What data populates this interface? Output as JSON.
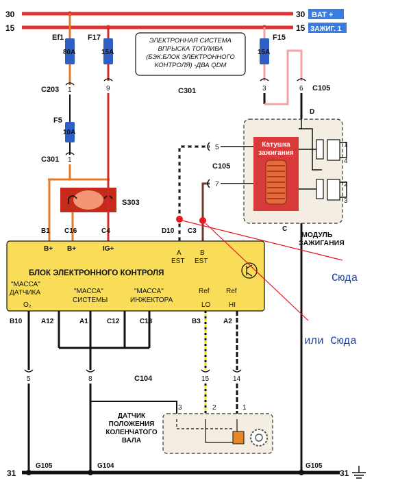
{
  "colors": {
    "bus_red": "#e03030",
    "wire_red": "#cc2a2a",
    "wire_orange": "#e0792a",
    "wire_pink": "#f0a4a4",
    "wire_brown": "#6b3a2a",
    "wire_yellow": "#f4e21a",
    "ecu_fill": "#f9dd58",
    "fuse_blue": "#2f5fc4",
    "coil_red": "#d83a3a",
    "annotation": "#1a3fa8",
    "bus_label_bg": "#3a7de0"
  },
  "bus": {
    "left_30": "30",
    "right_30": "30",
    "bat_label": "BAT +",
    "left_15": "15",
    "right_15": "15",
    "ign_label": "ЗАЖИГ. 1",
    "left_31": "31",
    "right_31": "31"
  },
  "fuses": [
    {
      "name": "Ef1",
      "rating": "80A"
    },
    {
      "name": "F17",
      "rating": "15A"
    },
    {
      "name": "F15",
      "rating": "15A"
    },
    {
      "name": "F5",
      "rating": "10A"
    }
  ],
  "title_box": {
    "lines": [
      "ЭЛЕКТРОННАЯ СИСТЕМА",
      "ВПРЫСКА ТОПЛИВА",
      "(БЭК:БЛОК ЭЛЕКТРОННОГО",
      "КОНТРОЛЯ) -ДВА QDM"
    ]
  },
  "connectors": {
    "c203": "C203",
    "c203_pin": "1",
    "c301_top": "C301",
    "c301_pin_9": "9",
    "c301_pin_3": "3",
    "c105_top_pin": "6",
    "c105_top": "C105",
    "c301_mid": "C301",
    "c301_mid_pin": "1",
    "c105_mid": "C105",
    "c105_pin_5": "5",
    "c105_pin_7": "7",
    "c104": "C104",
    "c104_pins": [
      "5",
      "8",
      "15",
      "14"
    ],
    "s303": "S303"
  },
  "ignition_module": {
    "title_1": "МОДУЛЬ",
    "title_2": "ЗАЖИГАНИЯ",
    "coil_1": "Катушка",
    "coil_2": "зажигания",
    "pin_d": "D",
    "pin_c": "C",
    "plugs": [
      "1",
      "4",
      "2",
      "3"
    ]
  },
  "ecu": {
    "title": "БЛОК ЭЛЕКТРОННОГО КОНТРОЛЯ",
    "top_pins": [
      {
        "pin": "B1",
        "sig": "B+"
      },
      {
        "pin": "C16",
        "sig": "B+"
      },
      {
        "pin": "C4",
        "sig": "IG+"
      },
      {
        "pin": "D10",
        "sig_1": "A",
        "sig_2": "EST"
      },
      {
        "pin": "C3",
        "sig_1": "B",
        "sig_2": "EST"
      }
    ],
    "ground_1": "\"МАССА\"",
    "ground_1b": "ДАТЧИКА",
    "ground_1c": "O₂",
    "ground_2": "\"МАССА\"",
    "ground_2b": "СИСТЕМЫ",
    "ground_3": "\"МАССА\"",
    "ground_3b": "ИНЖЕКТОРА",
    "ref_lo_1": "Ref",
    "ref_lo_2": "LO",
    "ref_hi_1": "Ref",
    "ref_hi_2": "HI",
    "bottom_pins": [
      "B10",
      "A12",
      "A1",
      "C12",
      "C13",
      "B3",
      "A2"
    ]
  },
  "sensor": {
    "lines": [
      "ДАТЧИК",
      "ПОЛОЖЕНИЯ",
      "КОЛЕНЧАТОГО",
      "ВАЛА"
    ],
    "pins": [
      "3",
      "2",
      "1"
    ]
  },
  "grounds": [
    "G105",
    "G104",
    "G105"
  ],
  "annotations": {
    "here": "Сюда",
    "or_here": "или Сюда"
  }
}
